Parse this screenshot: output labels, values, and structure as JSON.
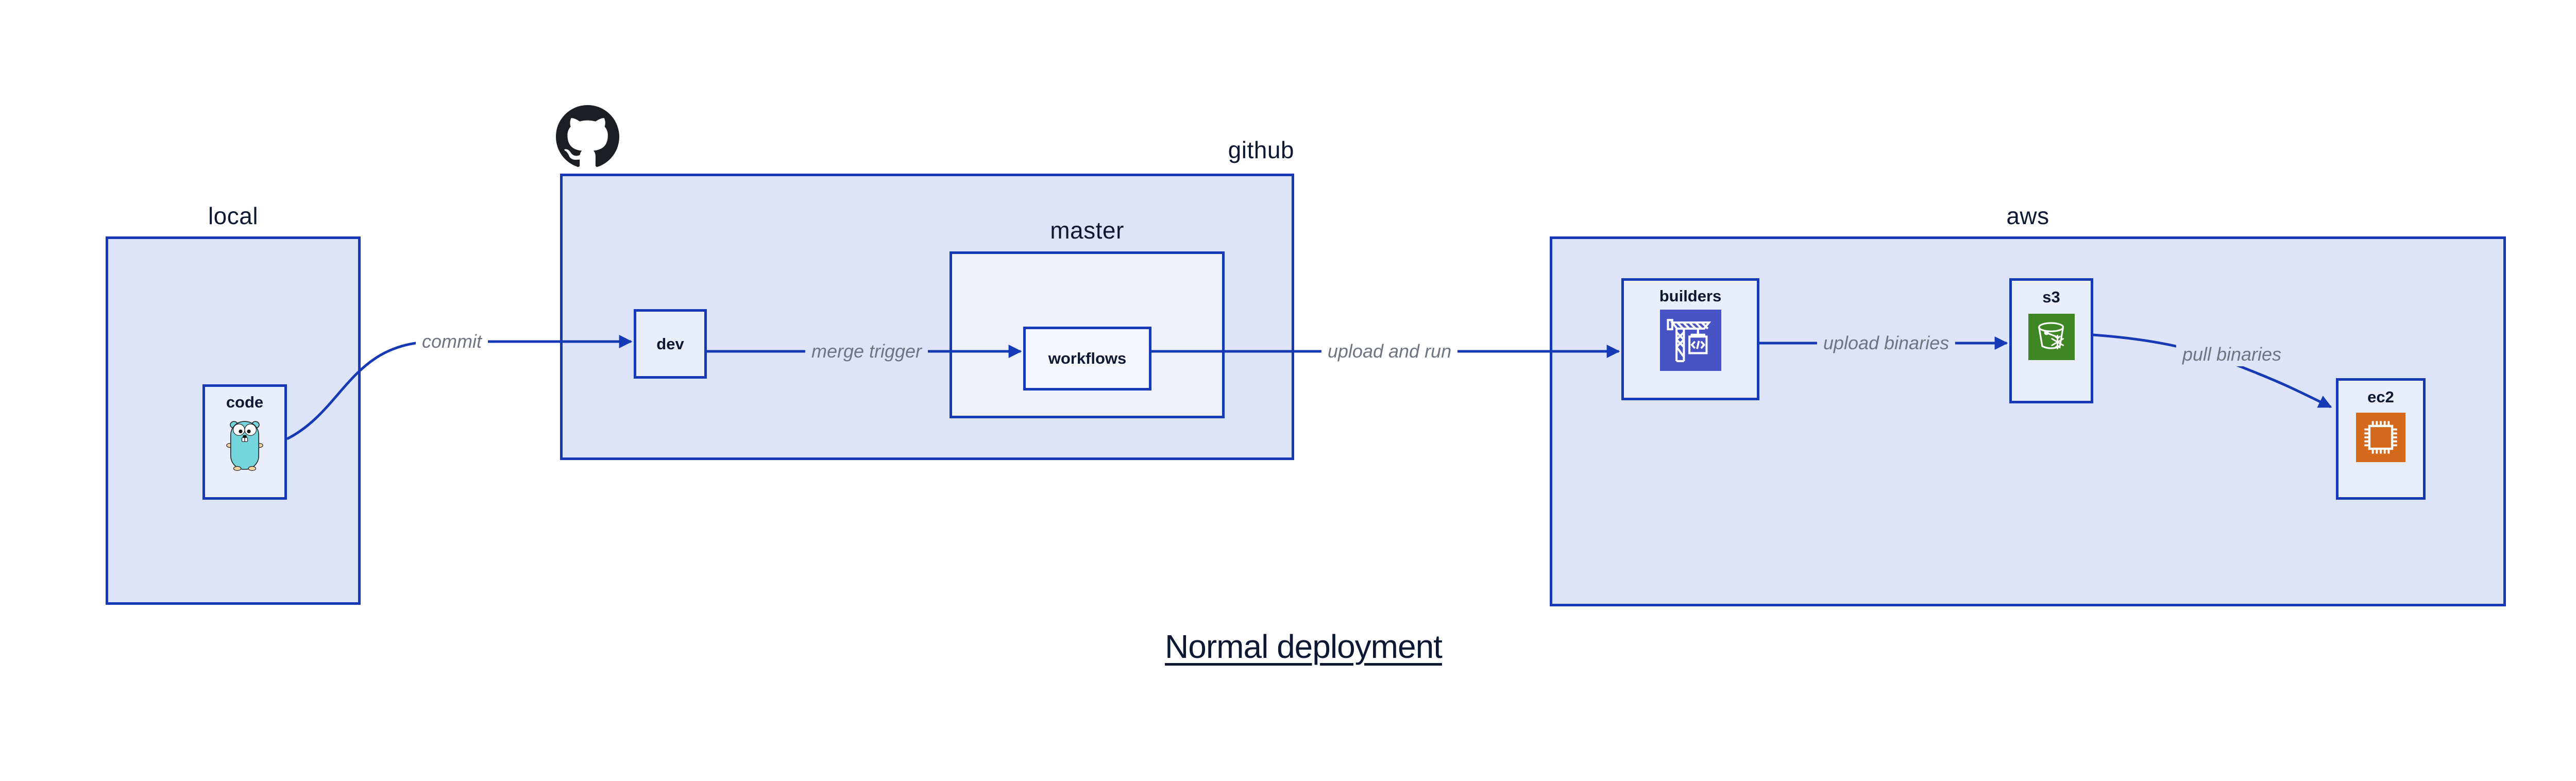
{
  "title": {
    "text": "Normal deployment"
  },
  "containers": {
    "local": {
      "label": "local"
    },
    "github": {
      "label": "github"
    },
    "master": {
      "label": "master"
    },
    "aws": {
      "label": "aws"
    }
  },
  "nodes": {
    "code": {
      "label": "code",
      "icon": "go-gopher-icon"
    },
    "dev": {
      "label": "dev"
    },
    "workflows": {
      "label": "workflows"
    },
    "builders": {
      "label": "builders",
      "icon": "aws-codebuild-crane-icon"
    },
    "s3": {
      "label": "s3",
      "icon": "s3-glacier-bucket-icon"
    },
    "ec2": {
      "label": "ec2",
      "icon": "ec2-chip-icon"
    }
  },
  "edges": {
    "commit": {
      "label": "commit"
    },
    "merge_trigger": {
      "label": "merge trigger"
    },
    "upload_and_run": {
      "label": "upload and run"
    },
    "upload_binaries": {
      "label": "upload binaries"
    },
    "pull_binaries": {
      "label": "pull binaries"
    }
  },
  "colors": {
    "accent_blue": "#1639B5",
    "container_fill": "#DEE4F8",
    "node_fill": "#EAEEFB",
    "master_fill": "#EEF1FB",
    "workflows_fill": "#F5F7FD",
    "text_dark": "#0D1933",
    "edge_label_gray": "#6E7480",
    "codebuild_purple": "#4853C6",
    "glacier_green": "#3F8624",
    "ec2_orange": "#D4691B",
    "github_black": "#1B1F23",
    "gopher_teal": "#74D6DC"
  }
}
